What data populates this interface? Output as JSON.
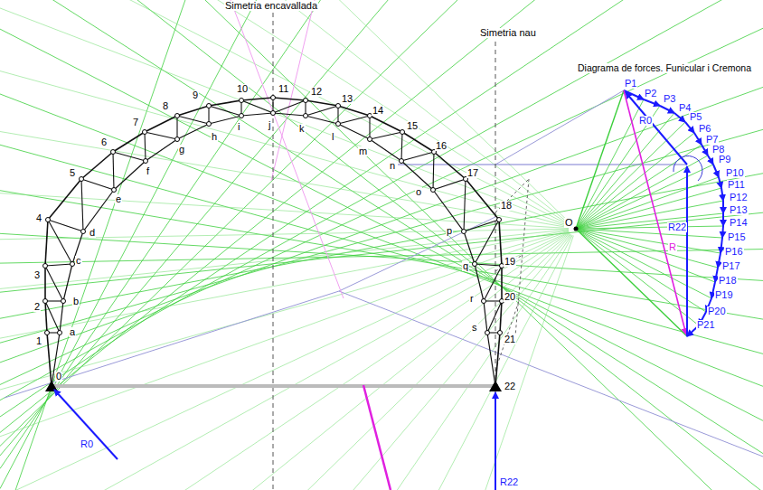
{
  "diagram": {
    "labels": [
      "Simetria encavallada",
      "Simetria nau",
      "Diagrama de forces. Funicular i Cremona",
      "0",
      "1",
      "2",
      "3",
      "4",
      "5",
      "6",
      "7",
      "8",
      "9",
      "10",
      "11",
      "12",
      "13",
      "14",
      "15",
      "16",
      "17",
      "18",
      "19",
      "20",
      "21",
      "22",
      "a",
      "b",
      "c",
      "d",
      "e",
      "f",
      "g",
      "h",
      "i",
      "j",
      "k",
      "l",
      "m",
      "n",
      "o",
      "p",
      "q",
      "r",
      "s",
      "P1",
      "P2",
      "P3",
      "P4",
      "P5",
      "P6",
      "P7",
      "P8",
      "P9",
      "P10",
      "P11",
      "P12",
      "P13",
      "P14",
      "P15",
      "P16",
      "P17",
      "P18",
      "P19",
      "P20",
      "P21",
      "R0",
      "R22",
      "R",
      "O",
      "R0",
      "R22"
    ]
  }
}
